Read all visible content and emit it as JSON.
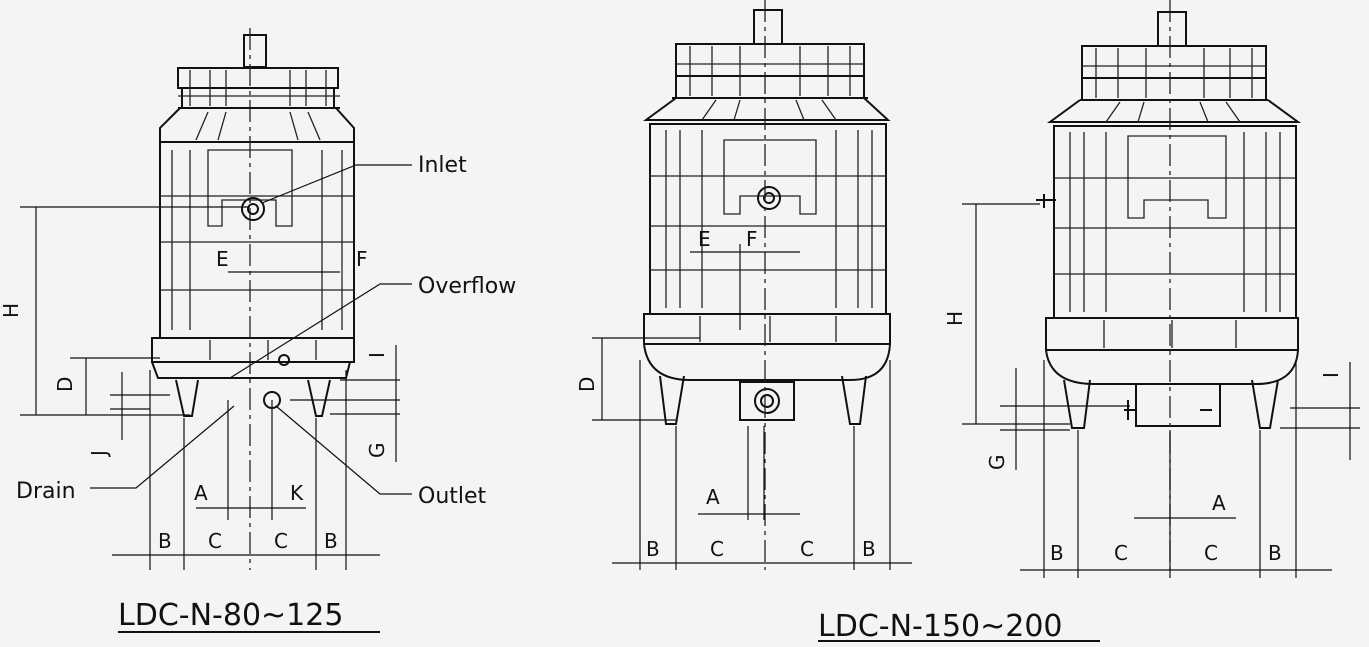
{
  "callouts": {
    "inlet": "Inlet",
    "overflow": "Overflow",
    "drain": "Drain",
    "outlet": "Outlet"
  },
  "dimensions": {
    "A": "A",
    "B": "B",
    "C": "C",
    "D": "D",
    "E": "E",
    "F": "F",
    "G": "G",
    "H": "H",
    "I": "I",
    "J": "J",
    "K": "K"
  },
  "models": {
    "small": "LDC-N-80~125",
    "large": "LDC-N-150~200"
  }
}
